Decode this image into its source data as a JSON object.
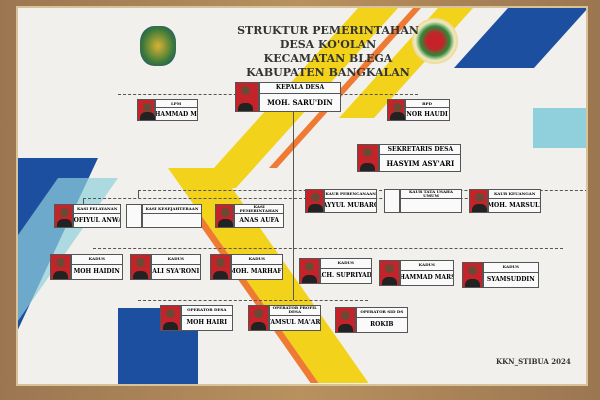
{
  "title": [
    "STRUKTUR PEMERINTAHAN",
    "DESA KO'OLAN",
    "KECAMATAN BLEGA",
    "KABUPATEN BANGKALAN"
  ],
  "logos": {
    "left": "Bangkalan regency seal",
    "right": "KKN university logo"
  },
  "colors": {
    "blue": "#1d4fa0",
    "yellow": "#f2d21a",
    "orange": "#ee7a34",
    "light_blue": "#8fd0dc",
    "photo_bg": "#c4232a"
  },
  "positions": [
    {
      "id": "kepala-desa",
      "role": "KEPALA DESA",
      "name": "MOH. SARU'DIN",
      "photo": true
    },
    {
      "id": "lpm",
      "role": "LPM",
      "name": "MUHAMMAD MUIS",
      "photo": true
    },
    {
      "id": "bpd",
      "role": "BPD",
      "name": "NOR HAUDI",
      "photo": true
    },
    {
      "id": "sekretaris-desa",
      "role": "SEKRETARIS DESA",
      "name": "HASYIM ASY'ARI",
      "photo": true
    },
    {
      "id": "kaur-perencanaan",
      "role": "KAUR PERENCANAAN",
      "name": "HAYYUL MUBAROK",
      "photo": true
    },
    {
      "id": "kaur-tu-umum",
      "role": "KAUR TATA USAHA UMUM",
      "name": "",
      "photo": false
    },
    {
      "id": "kaur-keuangan",
      "role": "KAUR KEUANGAN",
      "name": "MOH. MARSULI",
      "photo": true
    },
    {
      "id": "kasi-pelayanan",
      "role": "KASI PELAYANAN",
      "name": "SHOFIYUL ANWARI",
      "photo": true
    },
    {
      "id": "kasi-kesejahteraan",
      "role": "KASI KESEJAHTERAAN",
      "name": "",
      "photo": false
    },
    {
      "id": "kasi-pemerintahan",
      "role": "KASI PEMERINTAHAN",
      "name": "ANAS AUFA",
      "photo": true
    },
    {
      "id": "kadus-1",
      "role": "KADUS",
      "name": "MOH HAIDIN",
      "photo": true
    },
    {
      "id": "kadus-2",
      "role": "KADUS",
      "name": "ALI SYA'RONI",
      "photo": true
    },
    {
      "id": "kadus-3",
      "role": "KADUS",
      "name": "MOH. MARHAFI",
      "photo": true
    },
    {
      "id": "kadus-4",
      "role": "KADUS",
      "name": "ACH. SUPRIYADI",
      "photo": true
    },
    {
      "id": "kadus-5",
      "role": "KADUS",
      "name": "MUHAMMAD MARSIDI",
      "photo": true
    },
    {
      "id": "kadus-6",
      "role": "KADUS",
      "name": "SYAMSUDDIN",
      "photo": true
    },
    {
      "id": "operator-desa",
      "role": "OPERATOR DESA",
      "name": "MOH HAIRI",
      "photo": true
    },
    {
      "id": "operator-profil-desa",
      "role": "OPERATOR PROFIL DESA",
      "name": "SYAMSUL MA'ARIF",
      "photo": true
    },
    {
      "id": "operator-sid",
      "role": "OPERATOR SID DS",
      "name": "ROKIB",
      "photo": true
    }
  ],
  "credit": "KKN_STIBUA 2024"
}
